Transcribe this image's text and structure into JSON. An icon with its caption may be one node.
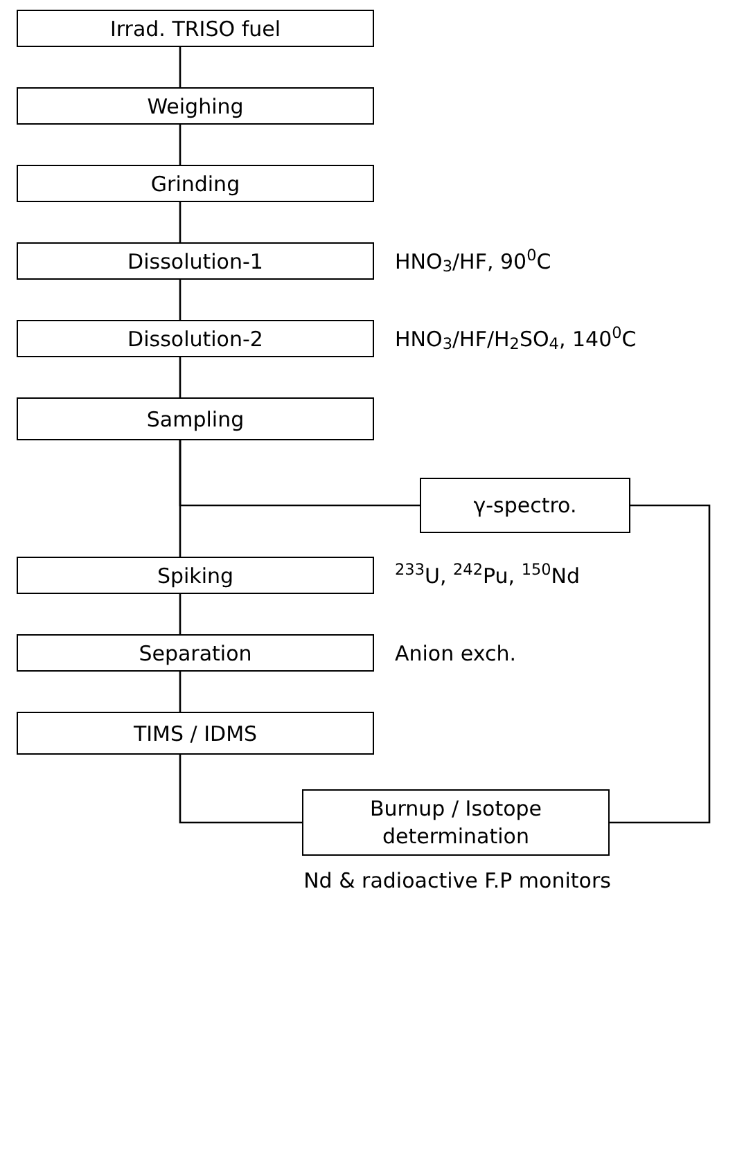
{
  "diagram": {
    "nodes": [
      {
        "text": [
          "Irrad. TRISO fuel"
        ]
      },
      {
        "text": [
          "Weighing"
        ]
      },
      {
        "text": [
          "Grinding"
        ]
      },
      {
        "text": [
          "Dissolution-1"
        ],
        "beside": [
          "HNO$_{3}$/HF, 90$^{0}$C"
        ]
      },
      {
        "text": [
          "Dissolution-2"
        ],
        "beside": [
          "HNO$_{3}$/HF/H$_{2}$SO$_{4}$, 140$^{0}$C"
        ]
      },
      {
        "text": [
          "Sampling"
        ]
      },
      {
        "text": [
          "γ-spectro."
        ]
      },
      {
        "text": [
          "Spiking"
        ],
        "beside": [
          "$^{233}$U, $^{242}$Pu, $^{150}$Nd"
        ]
      },
      {
        "text": [
          "Separation"
        ],
        "beside": [
          "Anion exch."
        ]
      },
      {
        "text": [
          "TIMS / IDMS"
        ]
      },
      {
        "text": [
          "Burnup / Isotope determination"
        ],
        "beside": [
          "Nd & radioactive F.P monitors"
        ]
      }
    ],
    "edges": [
      {
        "from": 0,
        "to": 1,
        "arrow": "none"
      },
      {
        "from": 1,
        "to": 2,
        "arrow": "none"
      },
      {
        "from": 2,
        "to": 3,
        "arrow": "none"
      },
      {
        "from": 3,
        "to": 4,
        "arrow": "none"
      },
      {
        "from": 4,
        "to": 5,
        "arrow": "none"
      },
      {
        "from": 5,
        "to": 7,
        "arrow": "none"
      },
      {
        "from": 5,
        "to": 6,
        "arrow": "none"
      },
      {
        "from": 7,
        "to": 8,
        "arrow": "none"
      },
      {
        "from": 8,
        "to": 9,
        "arrow": "none"
      },
      {
        "from": 9,
        "to": 10,
        "arrow": "none"
      },
      {
        "from": 6,
        "to": 10,
        "arrow": "none"
      }
    ]
  }
}
